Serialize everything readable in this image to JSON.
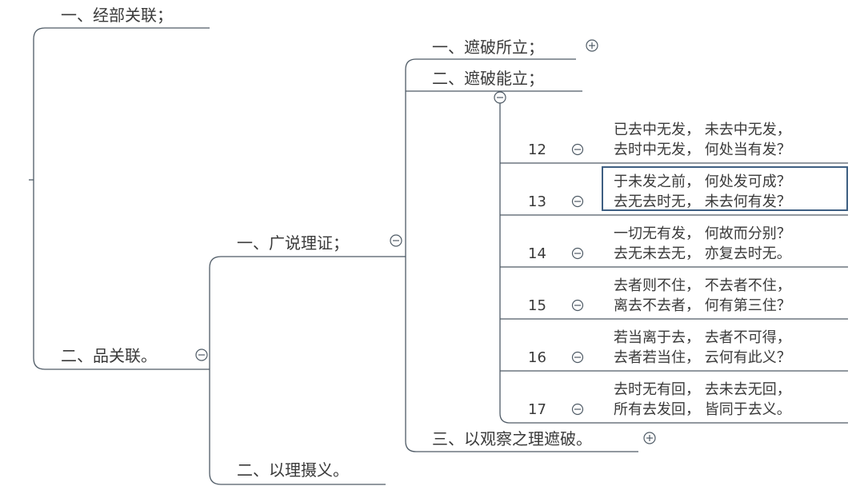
{
  "nodes": {
    "root_1": "一、经部关联；",
    "root_2": "二、品关联。",
    "branch_1": "一、广说理证；",
    "branch_2": "二、以理摄义。",
    "sub_1": "一、遮破所立；",
    "sub_2": "二、遮破能立；",
    "sub_3": "三、以观察之理遮破。"
  },
  "verses": [
    {
      "number": "12",
      "line1": "已去中无发， 未去中无发，",
      "line2": "去时中无发， 何处当有发？"
    },
    {
      "number": "13",
      "line1": "于未发之前， 何处发可成？",
      "line2": "去无去时无， 未去何有发？"
    },
    {
      "number": "14",
      "line1": "一切无有发， 何故而分别？",
      "line2": "去无未去无， 亦复去时无。"
    },
    {
      "number": "15",
      "line1": "去者则不住， 不去者不住，",
      "line2": "离去不去者， 何有第三住？"
    },
    {
      "number": "16",
      "line1": "若当离于去， 去者不可得，",
      "line2": "去者若当住， 云何有此义？"
    },
    {
      "number": "17",
      "line1": "去时无有回， 去未去无回，",
      "line2": "所有去发回， 皆同于去义。"
    }
  ]
}
